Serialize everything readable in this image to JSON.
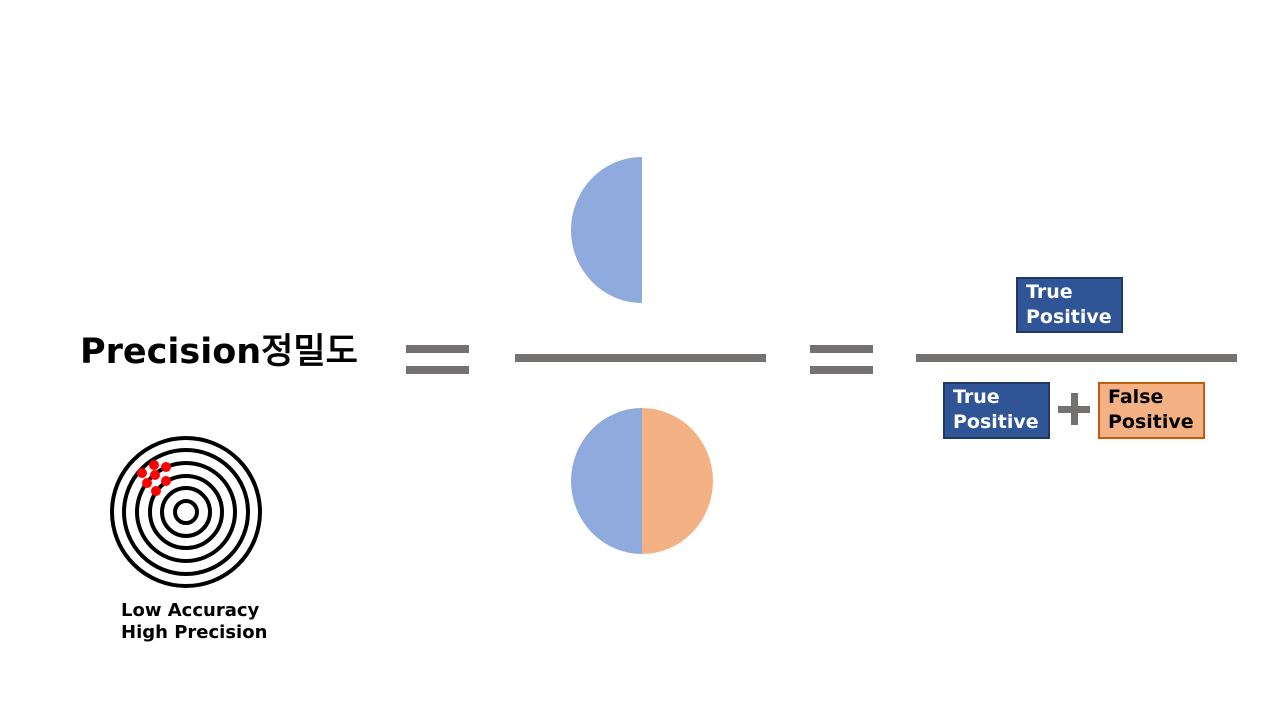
{
  "title": "Precision정밀도",
  "colors": {
    "true_positive_fill": "#2f5597",
    "true_positive_border": "#1f3864",
    "false_positive_fill": "#f4b183",
    "false_positive_border": "#c55a11",
    "half_circle_blue": "#8faadc",
    "half_circle_orange": "#f4b183",
    "operator_gray": "#767171",
    "target_dots": "#ff0000"
  },
  "formula": {
    "numerator": {
      "line1": "True",
      "line2": "Positive"
    },
    "denominator_left": {
      "line1": "True",
      "line2": "Positive"
    },
    "denominator_right": {
      "line1": "False",
      "line2": "Positive"
    }
  },
  "target": {
    "caption_line1": "Low Accuracy",
    "caption_line2": "High Precision"
  }
}
